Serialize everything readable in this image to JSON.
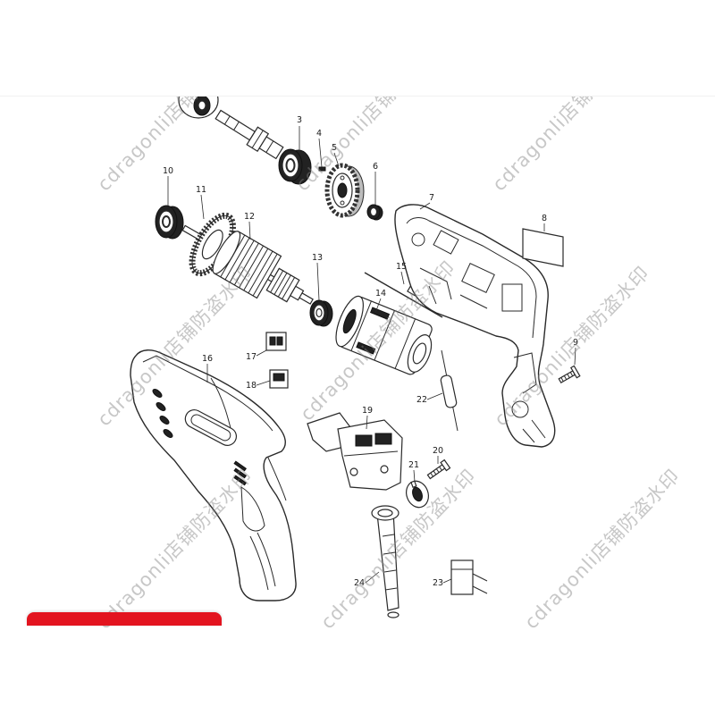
{
  "watermark": {
    "text": "cdragonli店铺防盗水印"
  },
  "colors": {
    "line": "#2a2a2a",
    "banner": "#e3141f",
    "watermark": "#8c8c8c"
  },
  "callouts": [
    "3",
    "4",
    "5",
    "6",
    "7",
    "8",
    "9",
    "10",
    "11",
    "12",
    "13",
    "14",
    "15",
    "16",
    "17",
    "18",
    "19",
    "20",
    "21",
    "22",
    "23",
    "24"
  ]
}
